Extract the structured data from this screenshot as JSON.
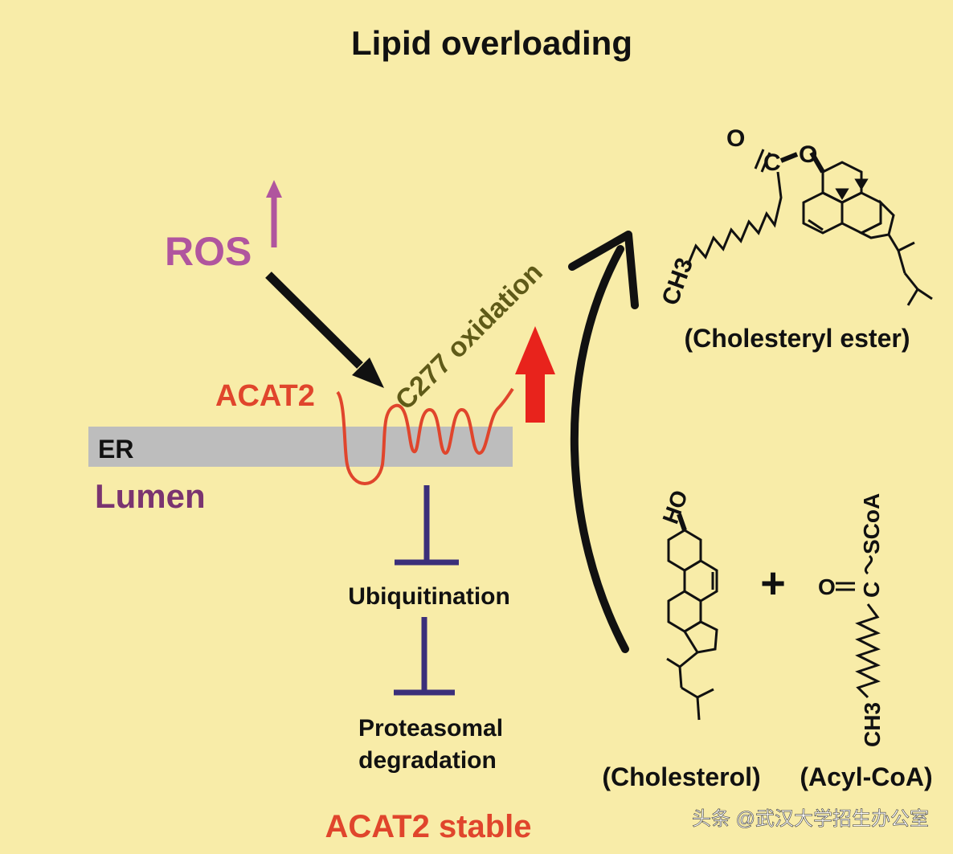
{
  "diagram": {
    "title": "Lipid overloading",
    "ros_label": "ROS",
    "oxidation_label": "C277 oxidation",
    "acat2_label": "ACAT2",
    "er_label": "ER",
    "lumen_label": "Lumen",
    "ubiquitination_label": "Ubiquitination",
    "proteasomal_line1": "Proteasomal",
    "proteasomal_line2": "degradation",
    "stable_label": "ACAT2 stable",
    "plus_sign": "+",
    "cholesterol_label": "(Cholesterol)",
    "acylcoa_label": "(Acyl-CoA)",
    "ester_label": "(Cholesteryl ester)",
    "chem": {
      "ch3": "CH3",
      "o": "O",
      "c": "C",
      "oh": "HO",
      "scoa": "SCoA"
    }
  },
  "watermark": "头条 @武汉大学招生办公室",
  "colors": {
    "background": "#f8eca8",
    "ros": "#b0559e",
    "protein": "#e0452c",
    "oxidation": "#5f5a18",
    "lumen": "#7a3470",
    "inhibit": "#3b2f7a",
    "er": "#bdbdbd",
    "up_arrow_red": "#e8231c"
  }
}
